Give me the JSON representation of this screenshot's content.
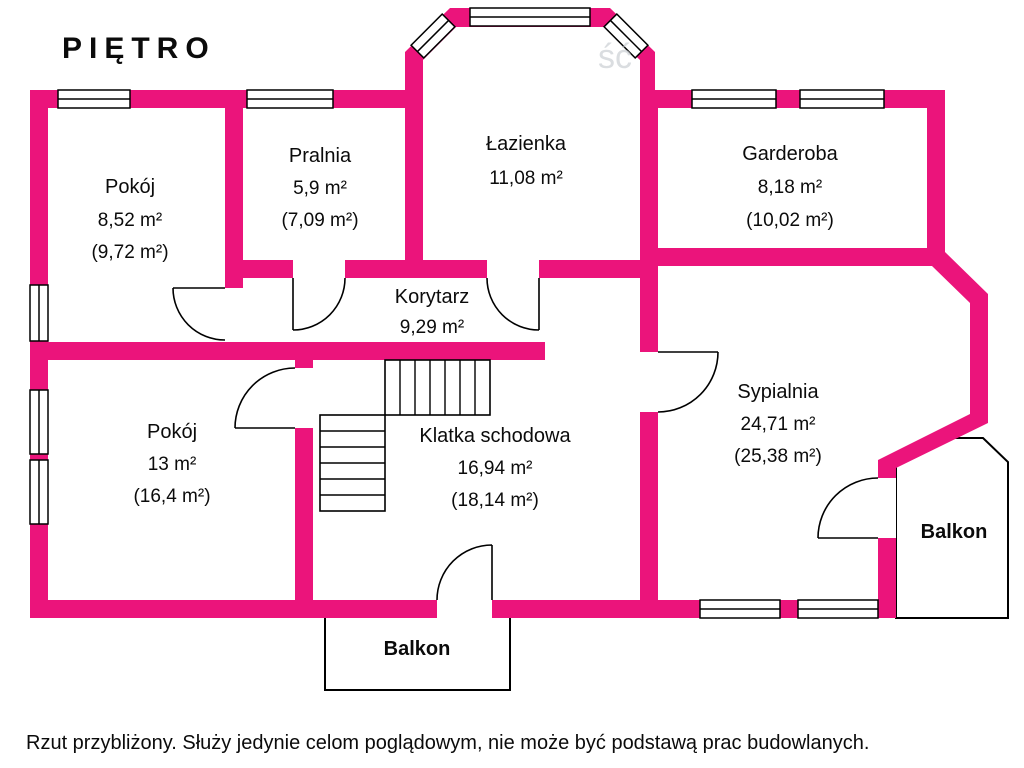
{
  "title": "PIĘTRO",
  "watermark": "ść",
  "disclaimer": "Rzut przybliżony. Służy jedynie celom poglądowym, nie może być podstawą prac budowlanych.",
  "colors": {
    "wall": "#EB147B",
    "text": "#0B0B0B",
    "disclaimer": "#1B2631"
  },
  "rooms": [
    {
      "name": "Pokój",
      "area": "8,52 m²",
      "total": "(9,72 m²)"
    },
    {
      "name": "Pralnia",
      "area": "5,9 m²",
      "total": "(7,09 m²)"
    },
    {
      "name": "Łazienka",
      "area": "11,08 m²"
    },
    {
      "name": "Garderoba",
      "area": "8,18 m²",
      "total": "(10,02 m²)"
    },
    {
      "name": "Korytarz",
      "area": "9,29 m²"
    },
    {
      "name": "Pokój",
      "area": "13 m²",
      "total": "(16,4 m²)"
    },
    {
      "name": "Klatka schodowa",
      "area": "16,94 m²",
      "total": "(18,14 m²)"
    },
    {
      "name": "Sypialnia",
      "area": "24,71 m²",
      "total": "(25,38 m²)"
    }
  ],
  "balconies": [
    {
      "name": "Balkon"
    },
    {
      "name": "Balkon"
    }
  ]
}
